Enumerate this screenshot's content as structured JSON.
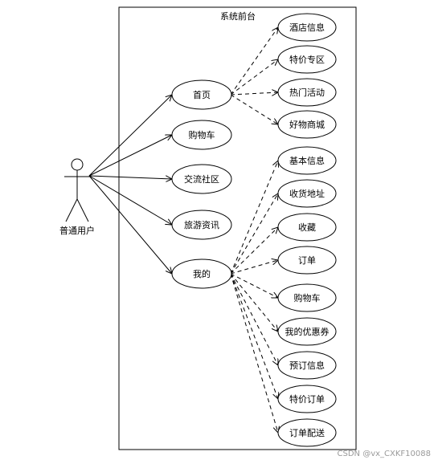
{
  "system": {
    "title": "系统前台"
  },
  "actor": {
    "label": "普通用户"
  },
  "primary_use_cases": [
    {
      "label": "首页"
    },
    {
      "label": "购物车"
    },
    {
      "label": "交流社区"
    },
    {
      "label": "旅游资讯"
    },
    {
      "label": "我的"
    }
  ],
  "home_children": [
    {
      "label": "酒店信息"
    },
    {
      "label": "特价专区"
    },
    {
      "label": "热门活动"
    },
    {
      "label": "好物商城"
    }
  ],
  "mine_children": [
    {
      "label": "基本信息"
    },
    {
      "label": "收货地址"
    },
    {
      "label": "收藏"
    },
    {
      "label": "订单"
    },
    {
      "label": "购物车"
    },
    {
      "label": "我的优惠券"
    },
    {
      "label": "预订信息"
    },
    {
      "label": "特价订单"
    },
    {
      "label": "订单配送"
    }
  ],
  "watermark": "CSDN @vx_CXKF10088"
}
